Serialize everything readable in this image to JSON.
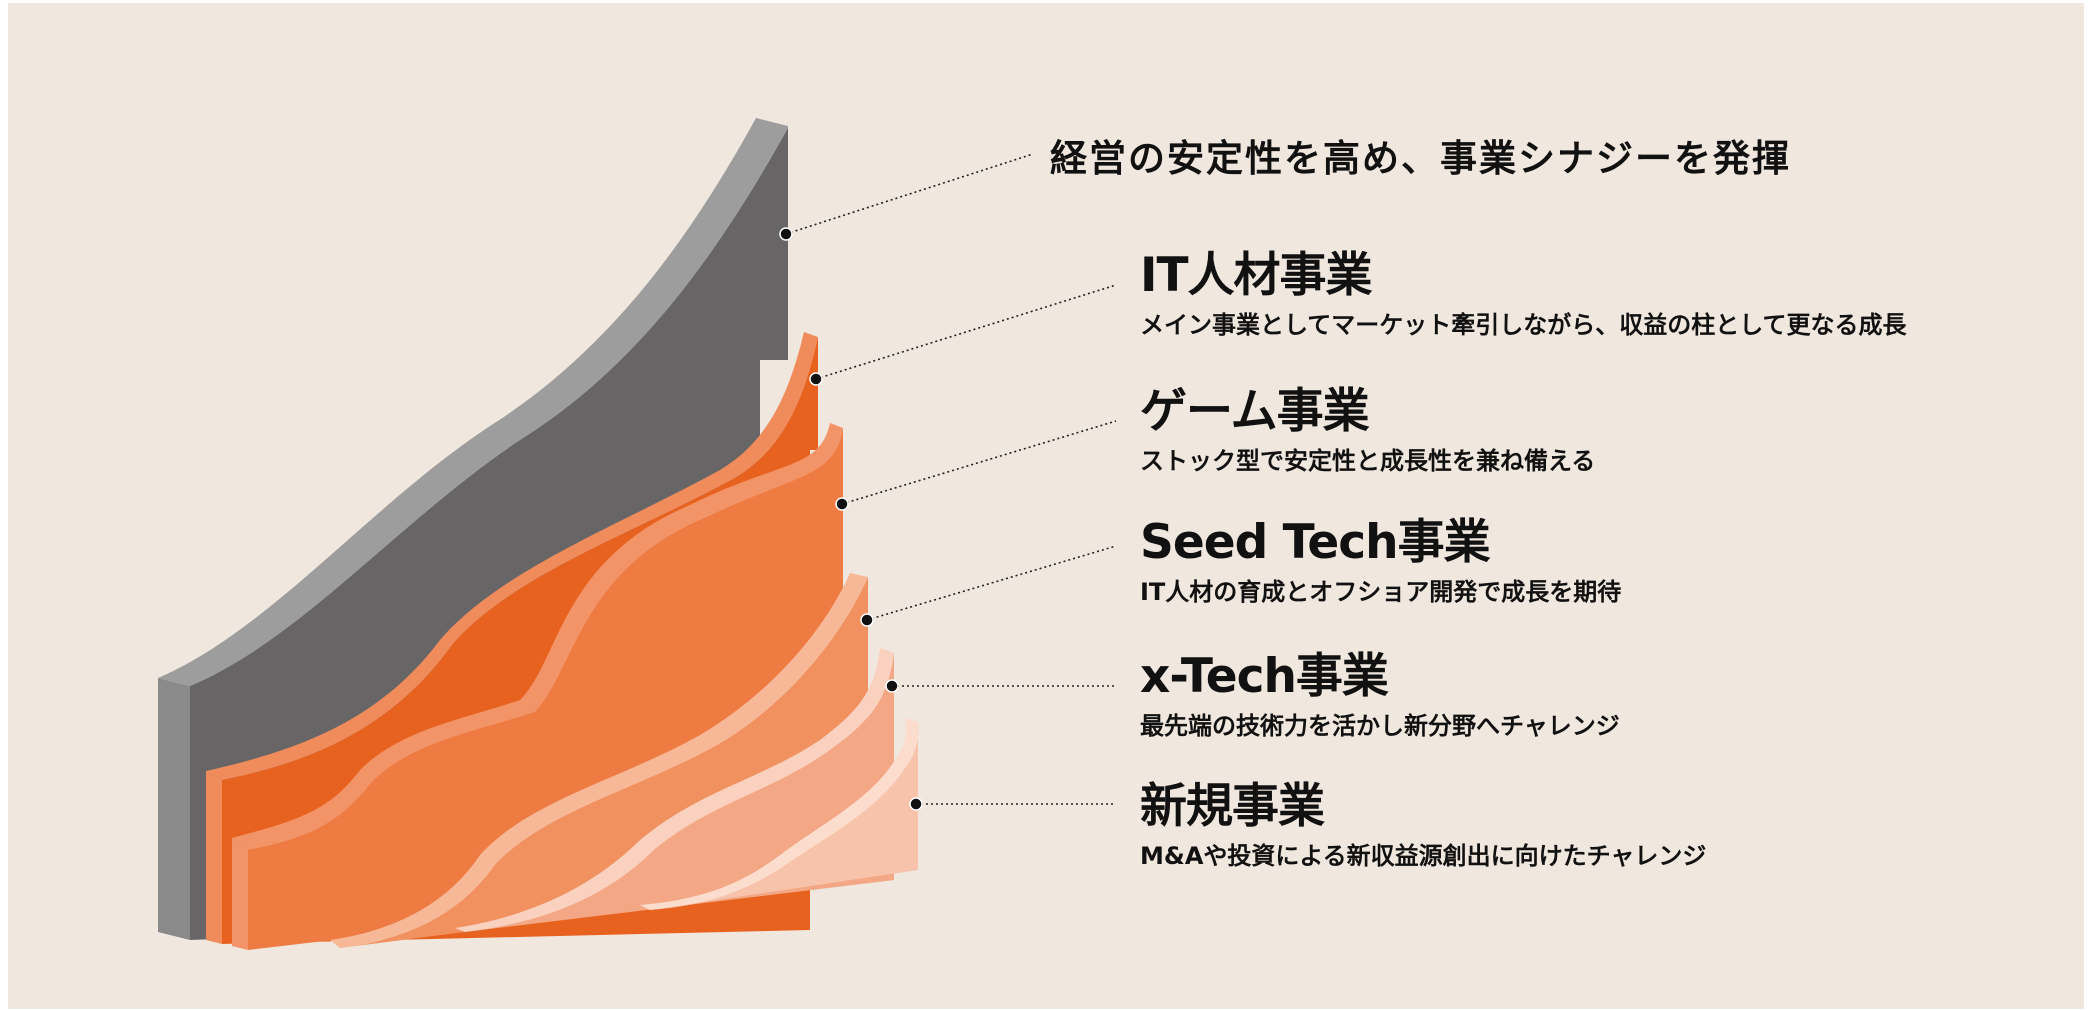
{
  "headline": "経営の安定性を高め、事業シナジーを発揮",
  "segments": [
    {
      "title": "IT人材事業",
      "description": "メイン事業としてマーケット牽引しながら、収益の柱として更なる成長"
    },
    {
      "title": "ゲーム事業",
      "description": "ストック型で安定性と成長性を兼ね備える"
    },
    {
      "title": "Seed Tech事業",
      "description": "IT人材の育成とオフショア開発で成長を期待"
    },
    {
      "title": "x-Tech事業",
      "description": "最先端の技術力を活かし新分野へチャレンジ"
    },
    {
      "title": "新規事業",
      "description": "M&Aや投資による新収益源創出に向けたチャレンジ"
    }
  ],
  "colors": {
    "background": "#f0e7df",
    "overall_layer": "#676566",
    "it_layer": "#e8621f",
    "game_layer": "#ee7b42",
    "seedtech_layer": "#f0915f",
    "xtech_layer": "#f4a785",
    "new_layer": "#f7c4ab"
  }
}
